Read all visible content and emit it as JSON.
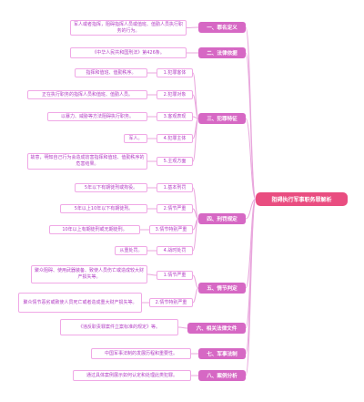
{
  "colors": {
    "root": "#e94d80",
    "category": "#d668c4",
    "leaf_border": "#f0a8e6",
    "leaf_text": "#b23cc4",
    "line": "#e9a7dd"
  },
  "root": {
    "label": "阻碍执行军事职务罪解析"
  },
  "categories": [
    {
      "label": "一、罪名定义"
    },
    {
      "label": "二、法律依据"
    },
    {
      "label": "三、犯罪特征"
    },
    {
      "label": "四、刑罚规定"
    },
    {
      "label": "五、情节判定"
    },
    {
      "label": "六、相关法律文件"
    },
    {
      "label": "七、军事法制"
    },
    {
      "label": "八、案例分析"
    }
  ],
  "mids": [
    {
      "label": "1.犯罪客体"
    },
    {
      "label": "2.犯罪对象"
    },
    {
      "label": "3.客观表现"
    },
    {
      "label": "4.犯罪主体"
    },
    {
      "label": "5.主观方面"
    },
    {
      "label": "1.基本刑罚"
    },
    {
      "label": "2.情节严重"
    },
    {
      "label": "3.情节特别严重"
    },
    {
      "label": "4.战时处罚"
    },
    {
      "label": "1.情节严重"
    },
    {
      "label": "2.情节特别严重"
    }
  ],
  "leaves": [
    {
      "label": "军人或者指挥，阻碍指挥人员或值班、值勤人员执行职务的行为。"
    },
    {
      "label": "《中华人民共和国刑法》第426条。"
    },
    {
      "label": "指挥和值班、值勤秩序。"
    },
    {
      "label": "正在执行职务的指挥人员和值班、值勤人员。"
    },
    {
      "label": "以暴力、威胁等方法阻碍执行职务。"
    },
    {
      "label": "军人。"
    },
    {
      "label": "故意，明知自己行为会造成妨害指挥和值班、值勤秩序的危害结果。"
    },
    {
      "label": "5年以下有期徒刑或拘役。"
    },
    {
      "label": "5年以上10年以下有期徒刑。"
    },
    {
      "label": "10年以上有期徒刑或无期徒刑。"
    },
    {
      "label": "从重处罚。"
    },
    {
      "label": "聚众阻碍、使用武器装备、致使人员伤亡或造成较大财产损失等。"
    },
    {
      "label": "聚众情节恶劣或致使人员死亡或者造成重大财产损失等。"
    },
    {
      "label": "《违反职责罪案件立案标准的规定》等。"
    },
    {
      "label": "中国军事法制的发展历程和重要性。"
    },
    {
      "label": "通过具体案例展示如何认定和处理此类犯罪。"
    }
  ]
}
